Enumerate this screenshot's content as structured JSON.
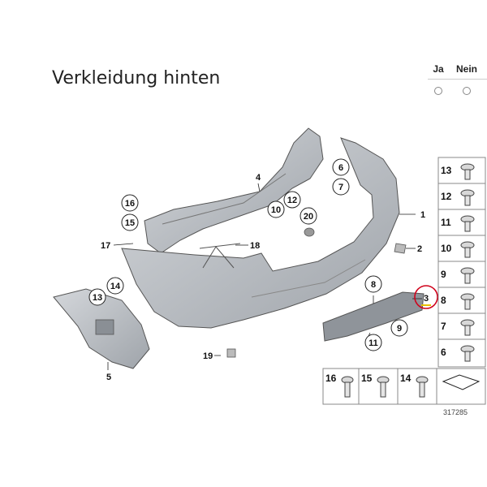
{
  "title": "Verkleidung hinten",
  "choices": {
    "yes_label": "Ja",
    "no_label": "Nein"
  },
  "callouts": {
    "c1": "1",
    "c2": "2",
    "c3": "3",
    "c4": "4",
    "c5": "5",
    "c6": "6",
    "c7": "7",
    "c8": "8",
    "c9": "9",
    "c10": "10",
    "c11": "11",
    "c12": "12",
    "c13a": "13",
    "c14a": "14",
    "c15a": "15",
    "c16a": "16",
    "c17": "17",
    "c18": "18",
    "c19": "19",
    "c20": "20"
  },
  "parts_grid": {
    "right_column": [
      "13",
      "12",
      "11",
      "10",
      "9",
      "8",
      "7",
      "6"
    ],
    "bottom_row": [
      "16",
      "15",
      "14"
    ]
  },
  "image_reference": "317285",
  "colors": {
    "part_grey": "#b9bdc2",
    "line": "#222222",
    "highlight_circle": "#d0021b",
    "highlight_underline": "#e8c000"
  }
}
